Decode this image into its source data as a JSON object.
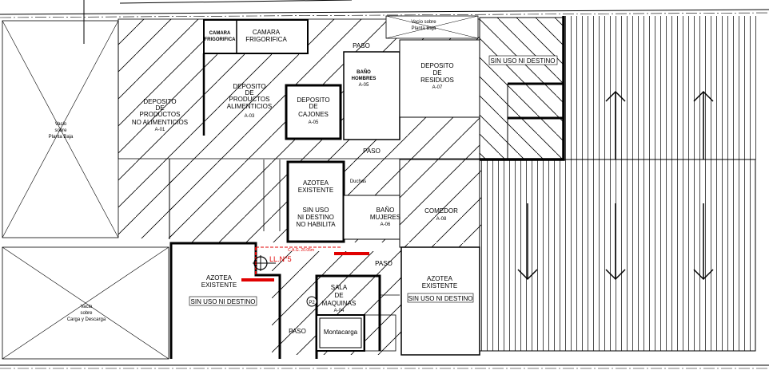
{
  "colors": {
    "lines": "#000000",
    "annotation": "#e00000",
    "background": "#ffffff"
  },
  "rooms": {
    "vacio_pb_left": [
      "Vacio",
      "sobre",
      "Planta Baja"
    ],
    "vacio_carga": [
      "Vacio",
      "sobre",
      "Carga y Descarga"
    ],
    "vacio_pb_top": [
      "Vacio sobre",
      "Planta Baja"
    ],
    "camara1": [
      "CAMARA",
      "FRIGORIFICA"
    ],
    "camara2": [
      "CAMARA",
      "FRIGORIFICA"
    ],
    "dep_no_alim": [
      "DEPOSITO",
      "DE",
      "PRODUCTOS",
      "NO ALIMENTICIOS"
    ],
    "dep_no_alim_code": "A-01",
    "dep_alim": [
      "DEPOSITO",
      "DE",
      "PRODUCTOS",
      "ALIMENTICIOS"
    ],
    "dep_alim_code": "A-03",
    "dep_cajones": [
      "DEPOSITO",
      "DE",
      "CAJONES"
    ],
    "dep_cajones_code": "A-05",
    "bano_hombres": [
      "BAÑO",
      "HOMBRES"
    ],
    "bano_hombres_code": "A-05",
    "dep_residuos": [
      "DEPOSITO",
      "DE",
      "RESIDUOS"
    ],
    "dep_residuos_code": "A-07",
    "paso": "PASO",
    "sin_uso": "SIN USO NI DESTINO",
    "azotea": [
      "AZOTEA",
      "EXISTENTE"
    ],
    "sin_uso_hab": [
      "SIN USO",
      "NI DESTINO",
      "NO HABILITA"
    ],
    "bano_mujeres": [
      "BAÑO",
      "MUJERES"
    ],
    "bano_mujeres_code": "A-06",
    "comedor": "COMEDOR",
    "comedor_code": "A-08",
    "sala": [
      "SALA",
      "DE",
      "MAQUINAS"
    ],
    "sala_code": "A-04",
    "montacarga": "Montacarga",
    "p2": "P2",
    "ducha": "Duchas",
    "ll": "LL.N°5",
    "cag": "C.A.G. 20.05m"
  }
}
